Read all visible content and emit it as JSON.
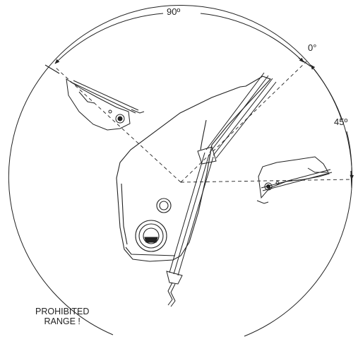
{
  "labels": {
    "angle_90": "90º",
    "angle_0": "0°",
    "angle_45": "45º",
    "warning_line1": "PROHIBITED",
    "warning_line2": "RANGE !"
  },
  "colors": {
    "ink": "#222222",
    "paper": "#ffffff"
  }
}
